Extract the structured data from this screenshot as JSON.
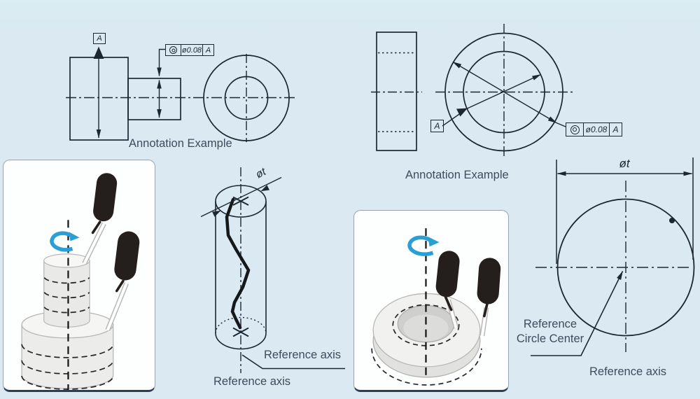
{
  "colors": {
    "background": "#dbe9f2",
    "line": "#1c2733",
    "text": "#3d4c5c",
    "accent_blue": "#2a9fd6",
    "probe_black": "#241f1d",
    "cylinder_gray": "#ececea",
    "box_border": "#97a4af",
    "box_bottom_edge": "#2b3c58"
  },
  "left_view": {
    "datum_label": "A",
    "fcf": {
      "symbol": "concentricity-icon",
      "tolerance": "ø0.08",
      "datum": "A"
    },
    "caption": "Annotation Example"
  },
  "right_view": {
    "datum_label": "A",
    "fcf": {
      "symbol": "concentricity-icon",
      "tolerance": "ø0.08",
      "datum": "A"
    },
    "caption": "Annotation Example"
  },
  "cylinder_zone": {
    "diameter_label": "øt",
    "axis_label": "Reference axis",
    "axis_caption": "Reference axis"
  },
  "circle_zone": {
    "diameter_label": "øt",
    "center_label_line1": "Reference",
    "center_label_line2": "Circle Center",
    "axis_label": "Reference axis"
  },
  "icons": {
    "concentricity": "concentricity-icon",
    "rotation": "rotation-arrow-icon",
    "probe": "dial-indicator-icon"
  }
}
